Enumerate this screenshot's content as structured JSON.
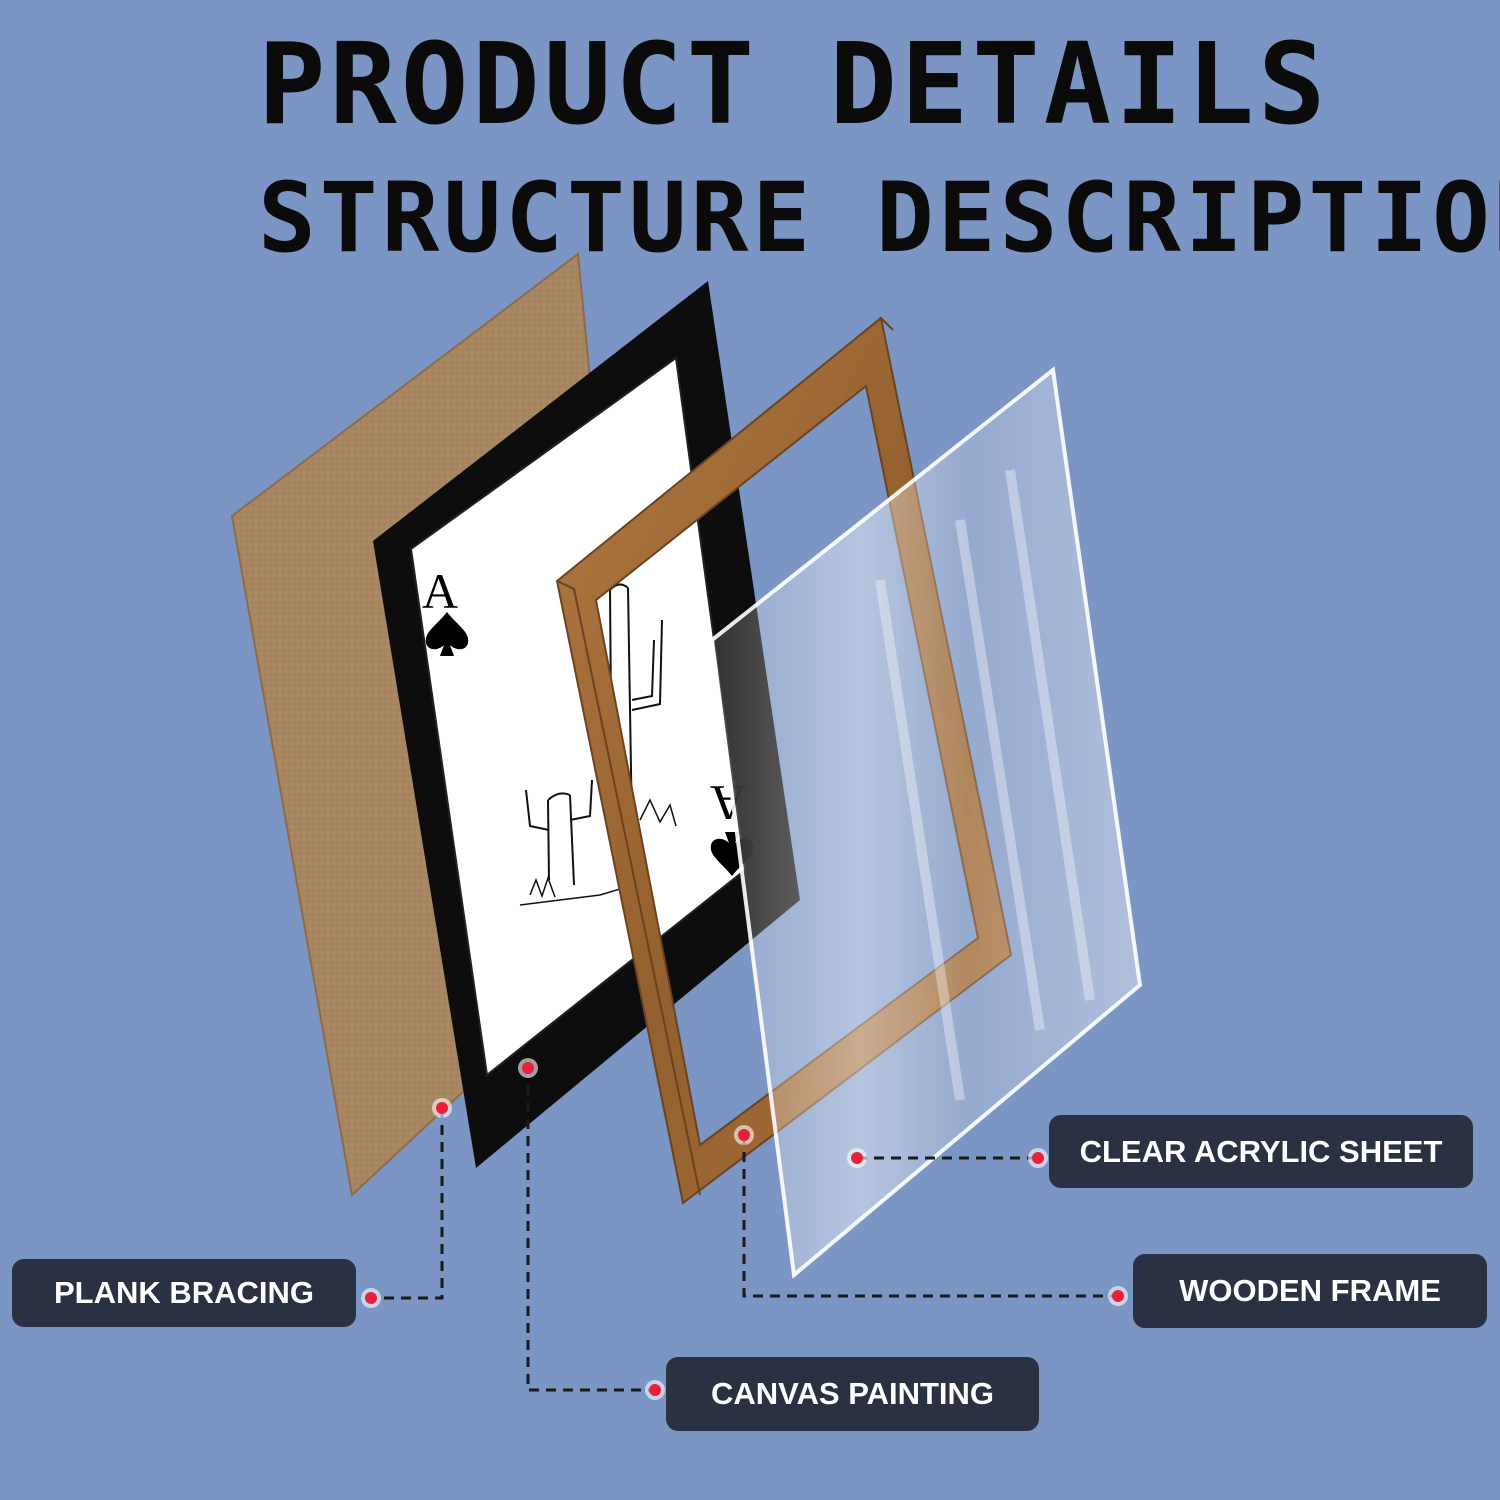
{
  "title": {
    "line1": "PRODUCT DETAILS",
    "line2": "STRUCTURE DESCRIPTION"
  },
  "card": {
    "rank": "A",
    "suit": "spade"
  },
  "labels": {
    "acrylic": "CLEAR ACRYLIC SHEET",
    "plank": "PLANK BRACING",
    "frame": "WOODEN FRAME",
    "canvas": "CANVAS PAINTING"
  },
  "colors": {
    "background": "#7b95c4",
    "label_bg": "#2a3142",
    "marker": "#e8203a",
    "plank": "#a88661",
    "frame": "#a06a36"
  }
}
